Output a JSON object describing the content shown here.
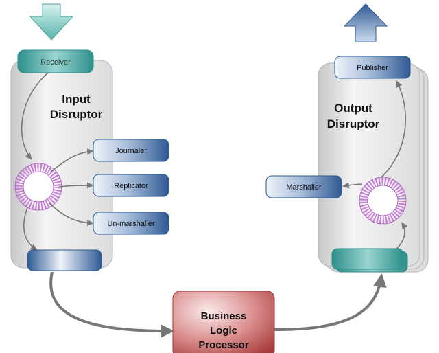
{
  "input_disruptor": {
    "title_line1": "Input",
    "title_line2": "Disruptor",
    "receiver": "Receiver",
    "consumers": [
      "Journaler",
      "Replicator",
      "Un-marshaller"
    ]
  },
  "output_disruptor": {
    "title_line1": "Output",
    "title_line2": "Disruptor",
    "publisher": "Publisher",
    "marshaller": "Marshaller"
  },
  "business_logic": {
    "line1": "Business",
    "line2": "Logic",
    "line3": "Processor"
  },
  "colors": {
    "panel": "#e6e6e6",
    "blue_box": "#4a6fa5",
    "teal_box": "#5fb9b1",
    "ring": "#c77cd8",
    "arrow": "#777777",
    "business_logic": "#b44a4a"
  }
}
